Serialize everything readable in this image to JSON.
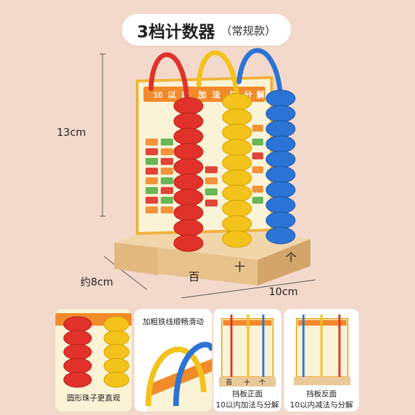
{
  "title": {
    "main": "3档计数器",
    "sub": "（常规款）"
  },
  "dimensions": {
    "height": "13cm",
    "depth": "约8cm",
    "width": "10cm"
  },
  "base_labels": [
    "百",
    "十",
    "个"
  ],
  "board_title": [
    "10",
    "以",
    "内",
    "加",
    "法",
    "与",
    "分",
    "解"
  ],
  "colors": {
    "red": "#e0322a",
    "yellow": "#f3c21b",
    "blue": "#2b73d4",
    "wood": "#e9c99a",
    "board": "#fbf3d6",
    "background": "#f3d9cc"
  },
  "cards": [
    {
      "caption": "圆形珠子更直观"
    },
    {
      "caption": "加粗铁线顺畅滑动"
    },
    {
      "caption1": "挡板正面",
      "caption2": "10以内加法与分解",
      "base_labels": [
        "百",
        "十",
        "个"
      ]
    },
    {
      "caption1": "挡板反面",
      "caption2": "10以内减法与分解"
    }
  ]
}
